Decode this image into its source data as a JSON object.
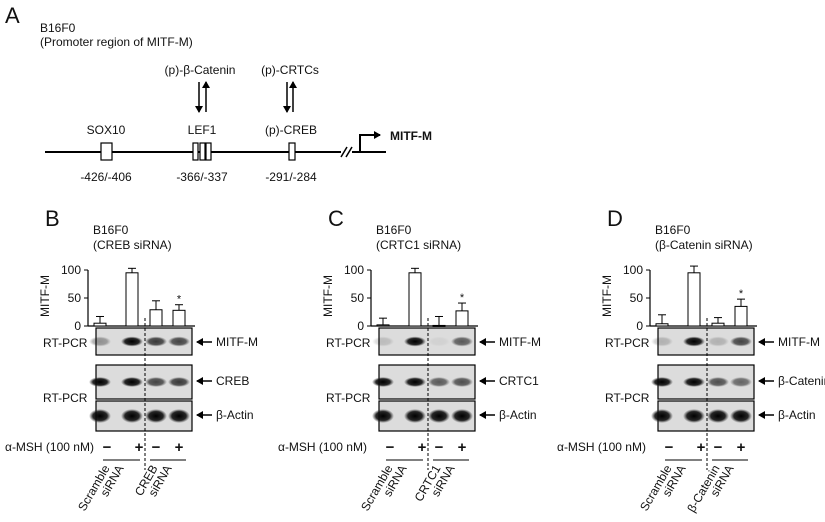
{
  "panel_a": {
    "label": "A",
    "cell_line": "B16F0",
    "subtitle": "(Promoter region of MITF-M)",
    "gene": "MITF-M",
    "factors": [
      {
        "name": "SOX10",
        "range": "-426/-406",
        "upstream": ""
      },
      {
        "name": "LEF1",
        "range": "-366/-337",
        "upstream": "(p)-β-Catenin"
      },
      {
        "name": "(p)-CREB",
        "range": "-291/-284",
        "upstream": "(p)-CRTCs"
      }
    ]
  },
  "panels": [
    {
      "label": "B",
      "cell_line": "B16F0",
      "condition": "(CREB siRNA)",
      "ylabel": "MITF-M",
      "yticks": [
        "0",
        "50",
        "100"
      ],
      "values": [
        5,
        95,
        29,
        28
      ],
      "errors": [
        12,
        8,
        16,
        10
      ],
      "sig": [
        false,
        false,
        false,
        true
      ],
      "sig_mark": "*",
      "blot_label": "RT-PCR",
      "bands": [
        {
          "name": "MITF-M",
          "intensity": [
            0.35,
            1,
            0.75,
            0.7
          ]
        },
        {
          "name": "CREB",
          "intensity": [
            1,
            1,
            0.7,
            0.75
          ]
        },
        {
          "name": "β-Actin",
          "intensity": [
            1,
            1,
            1,
            1
          ]
        }
      ],
      "treatment": "α-MSH (100 nM)",
      "signs": [
        "−",
        "+",
        "−",
        "+"
      ],
      "groups": [
        [
          "Scramble",
          "siRNA"
        ],
        [
          "CREB",
          "siRNA"
        ]
      ]
    },
    {
      "label": "C",
      "cell_line": "B16F0",
      "condition": "(CRTC1 siRNA)",
      "ylabel": "MITF-M",
      "yticks": [
        "0",
        "50",
        "100"
      ],
      "values": [
        2,
        95,
        1,
        27
      ],
      "errors": [
        12,
        8,
        16,
        14
      ],
      "sig": [
        false,
        false,
        false,
        true
      ],
      "sig_mark": "*",
      "blot_label": "RT-PCR",
      "bands": [
        {
          "name": "MITF-M",
          "intensity": [
            0.15,
            1,
            0.05,
            0.6
          ]
        },
        {
          "name": "CRTC1",
          "intensity": [
            1,
            1,
            0.6,
            0.65
          ]
        },
        {
          "name": "β-Actin",
          "intensity": [
            1,
            1,
            1,
            1
          ]
        }
      ],
      "treatment": "α-MSH (100 nM)",
      "signs": [
        "−",
        "+",
        "−",
        "+"
      ],
      "groups": [
        [
          "Scramble",
          "siRNA"
        ],
        [
          "CRTC1",
          "siRNA"
        ]
      ]
    },
    {
      "label": "D",
      "cell_line": "B16F0",
      "condition": "(β-Catenin siRNA)",
      "ylabel": "MITF-M",
      "yticks": [
        "0",
        "50",
        "100"
      ],
      "values": [
        4,
        95,
        5,
        35
      ],
      "errors": [
        16,
        12,
        10,
        13
      ],
      "sig": [
        false,
        false,
        false,
        true
      ],
      "sig_mark": "*",
      "blot_label": "RT-PCR",
      "bands": [
        {
          "name": "MITF-M",
          "intensity": [
            0.2,
            1,
            0.2,
            0.7
          ]
        },
        {
          "name": "β-Catenin",
          "intensity": [
            1,
            1,
            0.65,
            0.55
          ]
        },
        {
          "name": "β-Actin",
          "intensity": [
            1,
            1,
            1,
            1
          ]
        }
      ],
      "treatment": "α-MSH (100 nM)",
      "signs": [
        "−",
        "+",
        "−",
        "+"
      ],
      "groups": [
        [
          "Scramble",
          "siRNA"
        ],
        [
          "β-Catenin",
          "siRNA"
        ]
      ]
    }
  ]
}
